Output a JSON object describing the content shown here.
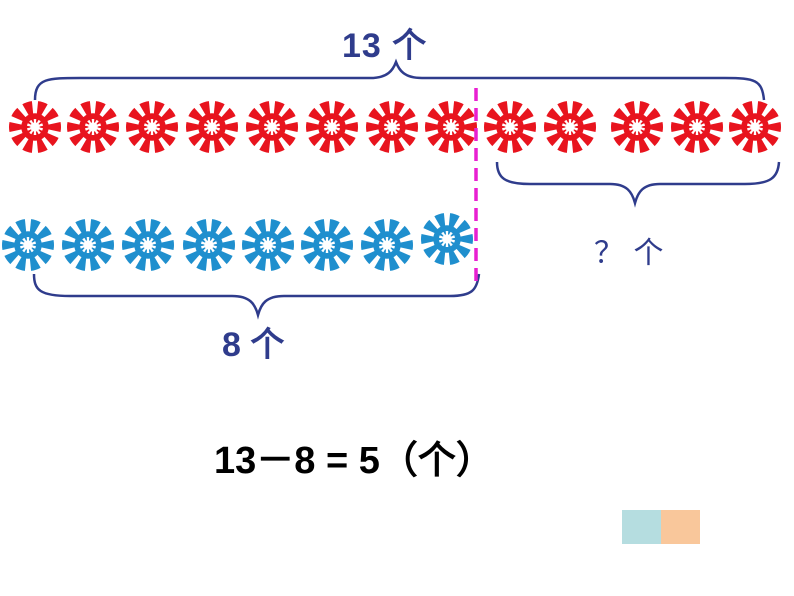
{
  "labels": {
    "total": "13 个",
    "known": "8 个",
    "unknown": "？ 个"
  },
  "equation": "13－8 = 5（个）",
  "diagram": {
    "red_count": 13,
    "blue_count": 8,
    "red_color": "#e8141e",
    "blue_color": "#1f8fce",
    "bracket_color": "#2f3c8c",
    "divider_color": "#e81fd1",
    "icon": "gear-flower-icon"
  },
  "swatches": [
    "#b5dde0",
    "#f9c79b"
  ]
}
